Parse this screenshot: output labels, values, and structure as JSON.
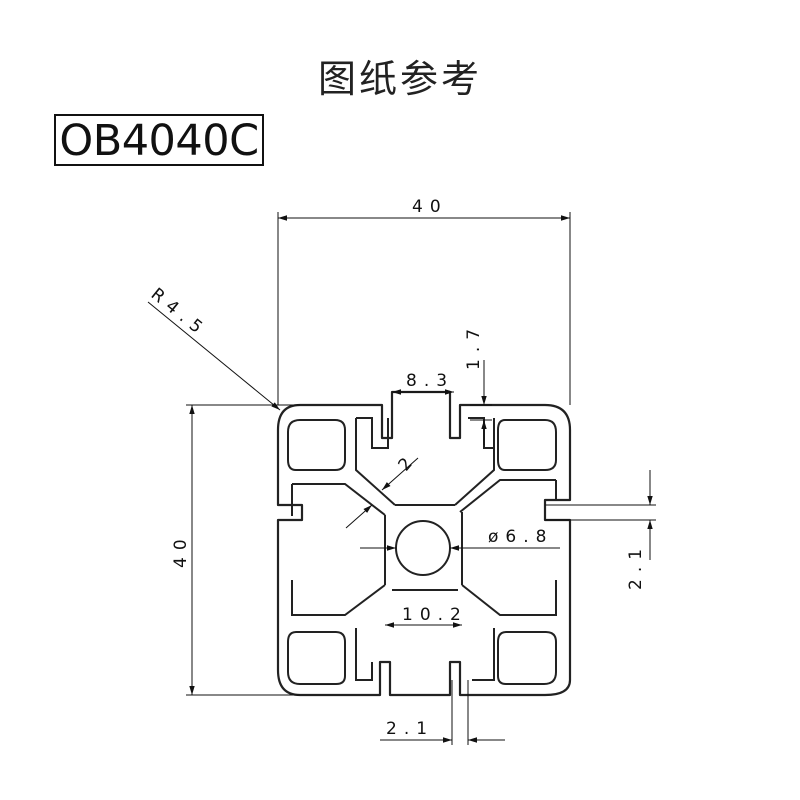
{
  "header": {
    "title": "图纸参考"
  },
  "model": {
    "code": "OB4040C"
  },
  "dimensions": {
    "width": "40",
    "height": "40",
    "radius": "R4.5",
    "slot_opening": "8.3",
    "slot_lip": "1.7",
    "wall": "2",
    "bore": "ø6.8",
    "core": "10.2",
    "side_wall": "2.1",
    "bottom_wall": "2.1"
  },
  "colors": {
    "line": "#111111",
    "profile": "#222222"
  }
}
